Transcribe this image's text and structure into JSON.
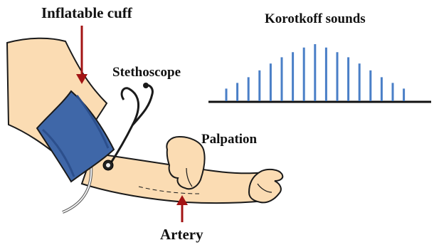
{
  "labels": {
    "cuff": "Inflatable cuff",
    "stethoscope": "Stethoscope",
    "korotkoff": "Korotkoff sounds",
    "palpation": "Palpation",
    "artery": "Artery"
  },
  "colors": {
    "skin": "#fbdcb3",
    "cuff": "#3f67a8",
    "cuff_dark": "#2c4f8c",
    "arrow": "#a31414",
    "sound_bars": "#4a7fc7",
    "outline": "#1a1a1a"
  },
  "korotkoff_bars": [
    0.22,
    0.32,
    0.42,
    0.54,
    0.66,
    0.77,
    0.86,
    0.94,
    1.0,
    0.94,
    0.86,
    0.77,
    0.66,
    0.54,
    0.42,
    0.32,
    0.22
  ]
}
